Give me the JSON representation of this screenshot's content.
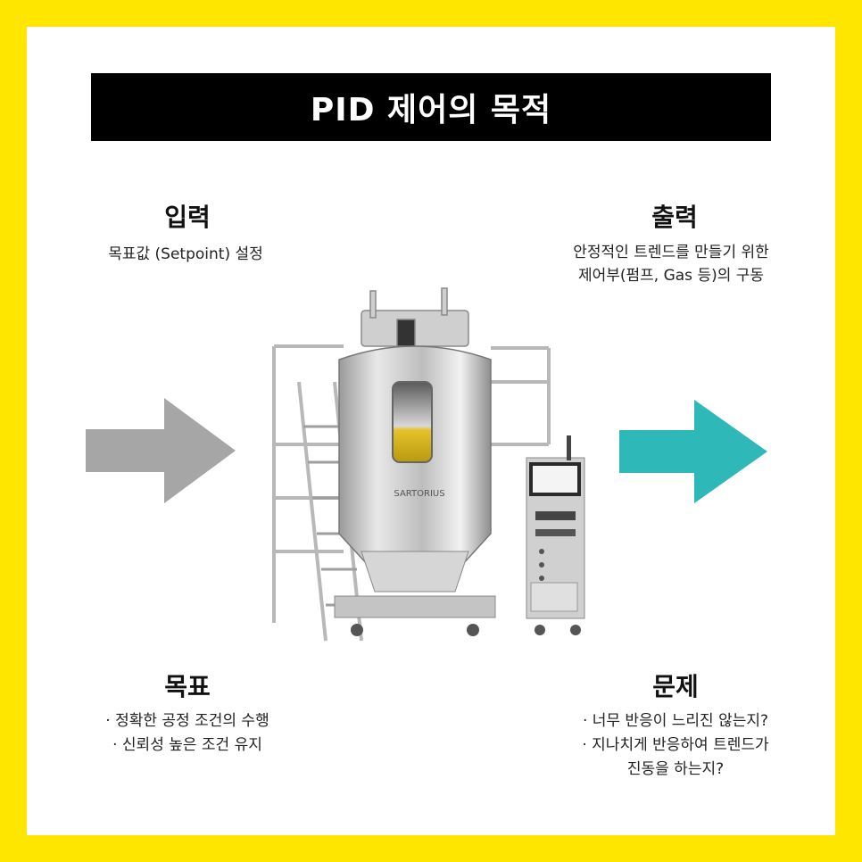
{
  "title": "PID 제어의 목적",
  "input": {
    "heading": "입력",
    "text": "목표값 (Setpoint) 설정"
  },
  "output": {
    "heading": "출력",
    "lines": [
      "안정적인 트렌드를 만들기 위한",
      "제어부(펌프, Gas 등)의 구동"
    ]
  },
  "goal": {
    "heading": "목표",
    "items": [
      "· 정확한 공정 조건의 수행",
      "· 신뢰성 높은 조건 유지"
    ]
  },
  "problem": {
    "heading": "문제",
    "items": [
      "· 너무 반응이 느리진 않는지?",
      "· 지나치게 반응하여 트렌드가",
      "진동을 하는지?"
    ]
  },
  "machine": {
    "brand": "SARTORIUS"
  },
  "colors": {
    "frame": "#ffe600",
    "title_bg": "#000000",
    "input_arrow": "#a6a6a6",
    "output_arrow": "#2fb8b8"
  }
}
